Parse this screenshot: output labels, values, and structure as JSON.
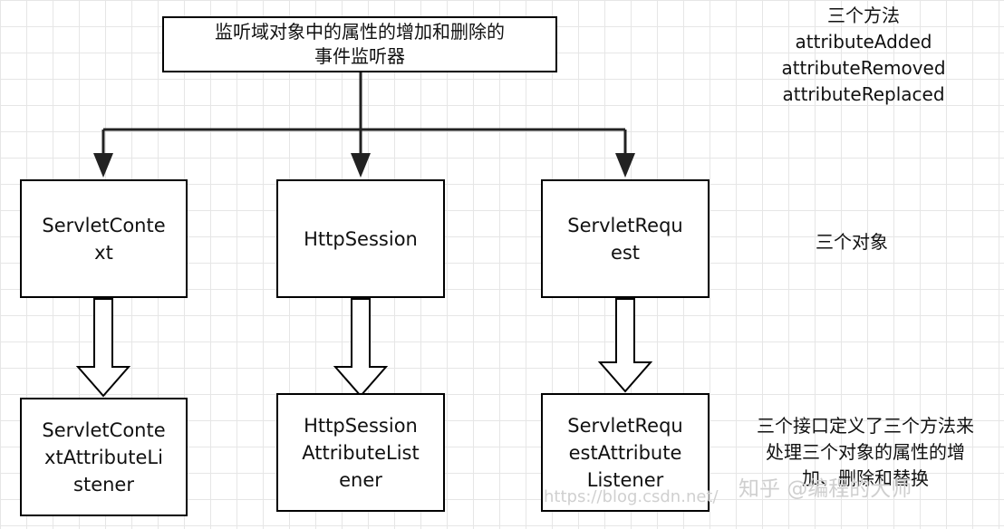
{
  "top_box": {
    "line1": "监听域对象中的属性的增加和删除的",
    "line2": "事件监听器"
  },
  "methods_note": {
    "title": "三个方法",
    "items": [
      "attributeAdded",
      "attributeRemoved",
      "attributeReplaced"
    ]
  },
  "objects": [
    {
      "line1": "ServletConte",
      "line2": "xt"
    },
    {
      "line1": "HttpSession",
      "line2": ""
    },
    {
      "line1": "ServletRequ",
      "line2": "est"
    }
  ],
  "objects_note": "三个对象",
  "listeners": [
    {
      "line1": "ServletConte",
      "line2": "xtAttributeLi",
      "line3": "stener"
    },
    {
      "line1": "HttpSession",
      "line2": "AttributeList",
      "line3": "ener"
    },
    {
      "line1": "ServletRequ",
      "line2": "estAttribute",
      "line3": "Listener"
    }
  ],
  "interfaces_note": {
    "line1": "三个接口定义了三个方法来",
    "line2": "处理三个对象的属性的增",
    "line3": "加、删除和替换"
  },
  "watermark": {
    "brand": "知乎 @编程的大师",
    "url": "https://blog.csdn.net/"
  }
}
